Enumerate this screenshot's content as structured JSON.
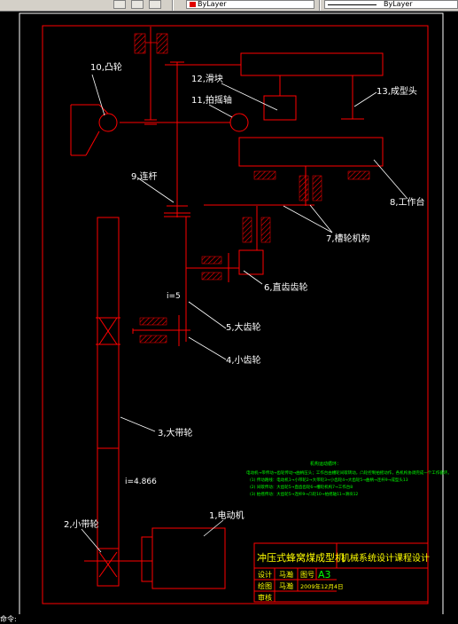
{
  "toolbar": {
    "layer_color_label": "ByLayer",
    "linetype_label": "ByLayer"
  },
  "labels": {
    "l10": "10,凸轮",
    "l12": "12,滑块",
    "l11": "11,拍摇轴",
    "l13": "13,成型头",
    "l9": "9,连杆",
    "l8": "8,工作台",
    "l7": "7,槽轮机构",
    "l6": "6,直齿齿轮",
    "ratio1": "i=5",
    "l5": "5,大齿轮",
    "l4": "4,小齿轮",
    "l3": "3,大带轮",
    "ratio2": "i=4.866",
    "l2": "2,小带轮",
    "l1": "1,电动机"
  },
  "notes": {
    "title": "机构运动循环：",
    "lines": [
      "电动机→带传动→齿轮传动→曲柄压头；工作台由槽轮间歇转动，凸轮控制拍摇动作，各机构协调完成一个工作循环。",
      "(1) 传动路线：电动机1→小带轮2→大带轮3→小齿轮4→大齿轮5→曲柄→连杆9→成型头13",
      "(2) 间歇传动：大齿轮5→直齿齿轮6→槽轮机构7→工作台8",
      "(3) 拍摇传动：大齿轮5→连杆9→凸轮10→拍摇轴11→滑块12"
    ]
  },
  "title_block": {
    "machine_name": "冲压式蜂窝煤成型机",
    "course_name": "机械系统设计课程设计",
    "design_label": "设计",
    "designer": "马瀚",
    "drawing_no_label": "图号",
    "size": "A3",
    "draw_label": "绘图",
    "drafter": "马瀚",
    "date": "2009年12月4日",
    "review_label": "审核"
  },
  "command_line": "命令: ",
  "colors": {
    "background": "#000000",
    "red": "#ff0000",
    "green": "#00ff00",
    "white": "#ffffff",
    "yellow": "#ffff00"
  }
}
